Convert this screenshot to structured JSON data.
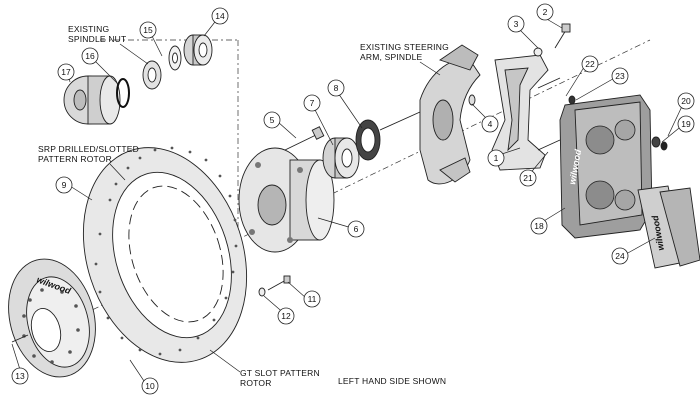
{
  "labels": {
    "spindle_nut": [
      "EXISTING",
      "SPINDLE NUT"
    ],
    "steering": [
      "EXISTING STEERING",
      "ARM, SPINDLE"
    ],
    "srp_rotor": [
      "SRP DRILLED/SLOTTED",
      "PATTERN ROTOR"
    ],
    "gt_rotor": [
      "GT SLOT PATTERN",
      "ROTOR"
    ],
    "side_note": "LEFT HAND SIDE SHOWN"
  },
  "branding": {
    "hat_logo": "wilwood",
    "caliper_logo": "wilwood",
    "pad_logo": "wilwood"
  },
  "callouts": [
    "1",
    "2",
    "3",
    "4",
    "5",
    "6",
    "7",
    "8",
    "9",
    "10",
    "11",
    "12",
    "13",
    "14",
    "15",
    "16",
    "17",
    "18",
    "19",
    "20",
    "21",
    "22",
    "23",
    "24"
  ]
}
